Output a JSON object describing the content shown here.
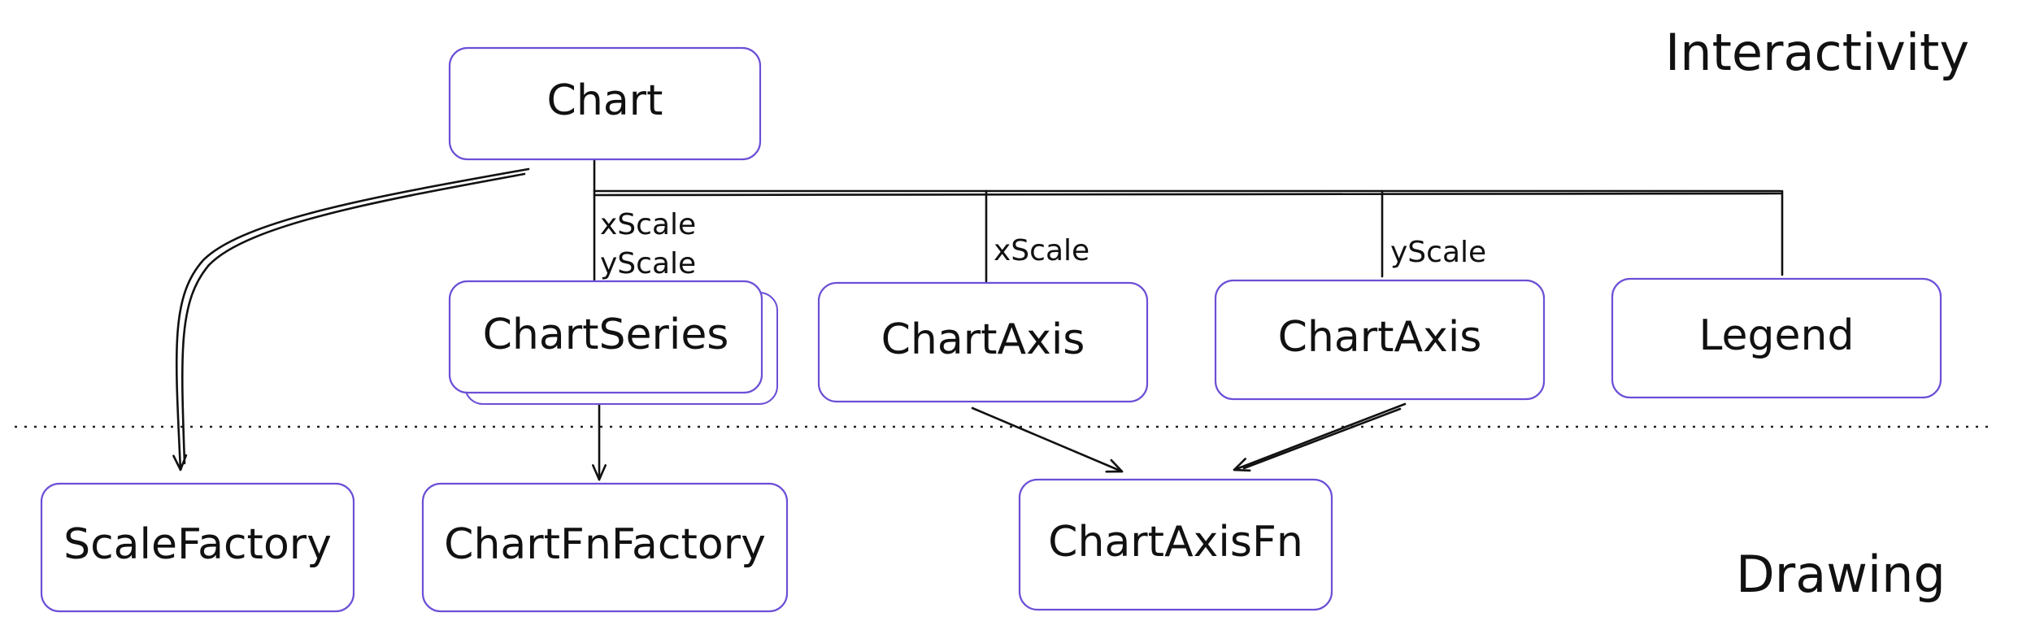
{
  "sections": {
    "top": "Interactivity",
    "bottom": "Drawing"
  },
  "nodes": {
    "chart": "Chart",
    "chart_series": "ChartSeries",
    "chart_axis_x": "ChartAxis",
    "chart_axis_y": "ChartAxis",
    "legend": "Legend",
    "scale_factory": "ScaleFactory",
    "chart_fn_factory": "ChartFnFactory",
    "chart_axis_fn": "ChartAxisFn"
  },
  "edge_labels": {
    "series_scales_line1": "xScale",
    "series_scales_line2": "yScale",
    "axis_x_scale": "xScale",
    "axis_y_scale": "yScale"
  },
  "colors": {
    "node_border": "#6c4fd6",
    "line": "#111111"
  }
}
